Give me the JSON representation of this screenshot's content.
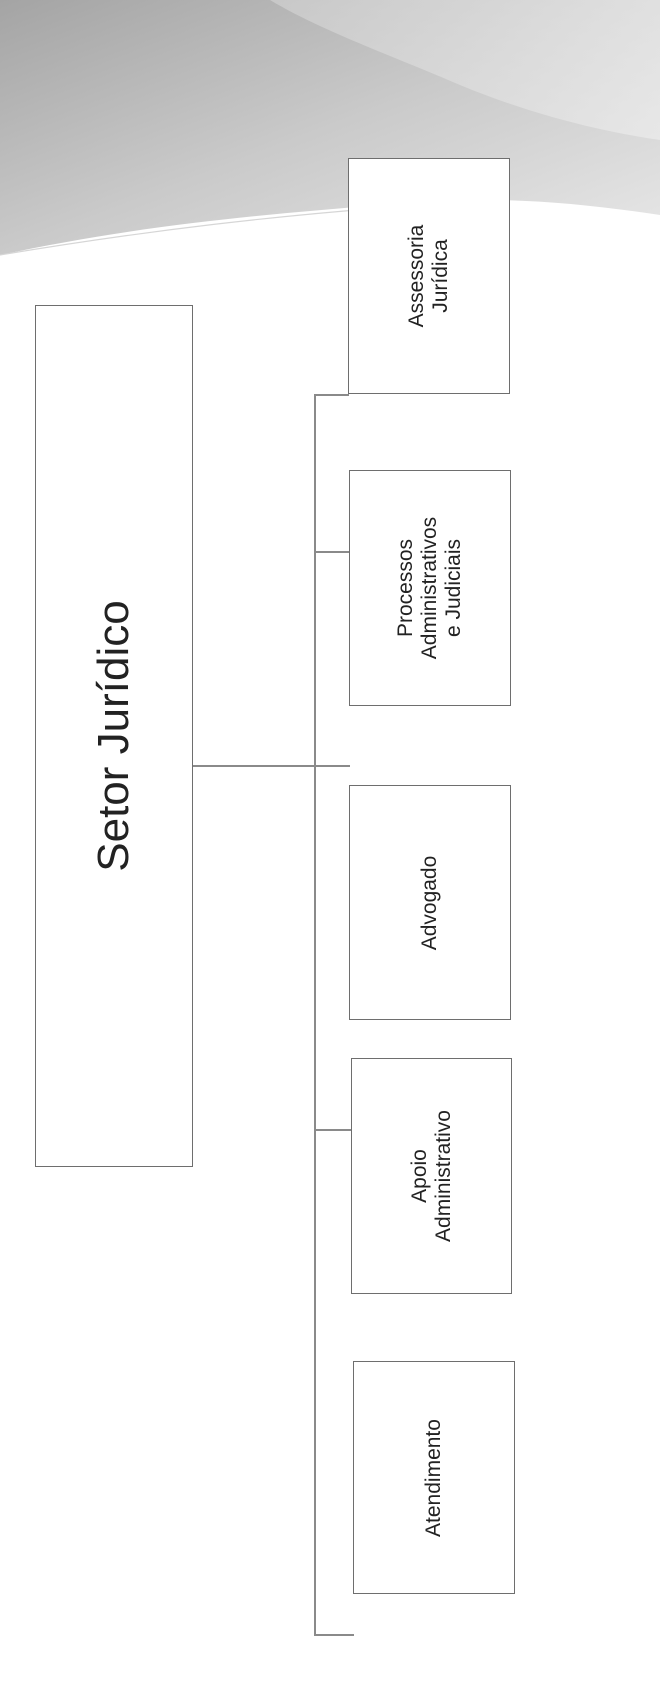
{
  "org_chart": {
    "root": {
      "label": "Setor Jurídico"
    },
    "children": [
      {
        "key": "assessoria",
        "label": "Assessoria\nJurídica"
      },
      {
        "key": "processos",
        "label": "Processos\nAdministrativos\ne Judiciais"
      },
      {
        "key": "advogado",
        "label": "Advogado"
      },
      {
        "key": "apoio",
        "label": "Apoio\nAdministrativo"
      },
      {
        "key": "atendimento",
        "label": "Atendimento"
      }
    ]
  }
}
